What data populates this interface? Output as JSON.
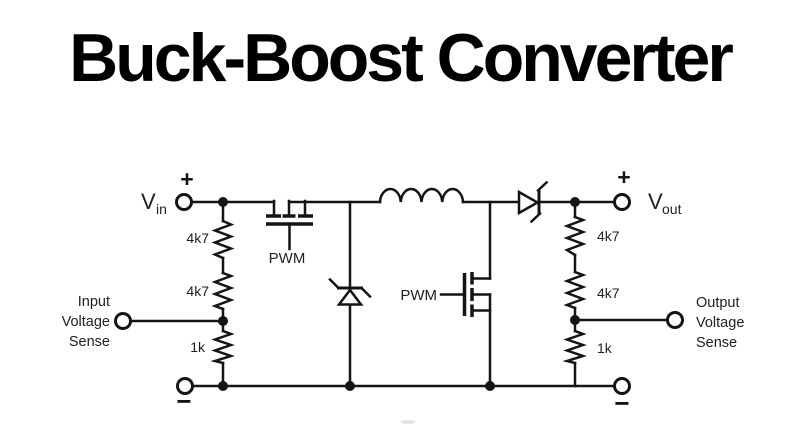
{
  "title": "Buck-Boost Converter",
  "colors": {
    "line": "#141414",
    "label": "#1f1f1f",
    "background": "#ffffff"
  },
  "schematic": {
    "vin": {
      "main": "V",
      "sub": "in",
      "polarity": "+"
    },
    "vout": {
      "main": "V",
      "sub": "out",
      "polarity": "+"
    },
    "ground_left": {
      "polarity": "−"
    },
    "ground_right": {
      "polarity": "−"
    },
    "buck_switch": {
      "gate_label": "PWM"
    },
    "boost_switch": {
      "gate_label": "PWM"
    },
    "input_divider": {
      "r1": "4k7",
      "r2": "4k7",
      "r3": "1k"
    },
    "output_divider": {
      "r1": "4k7",
      "r2": "4k7",
      "r3": "1k"
    },
    "input_sense": {
      "lines": [
        "Input",
        "Voltage",
        "Sense"
      ]
    },
    "output_sense": {
      "lines": [
        "Output",
        "Voltage",
        "Sense"
      ]
    }
  }
}
